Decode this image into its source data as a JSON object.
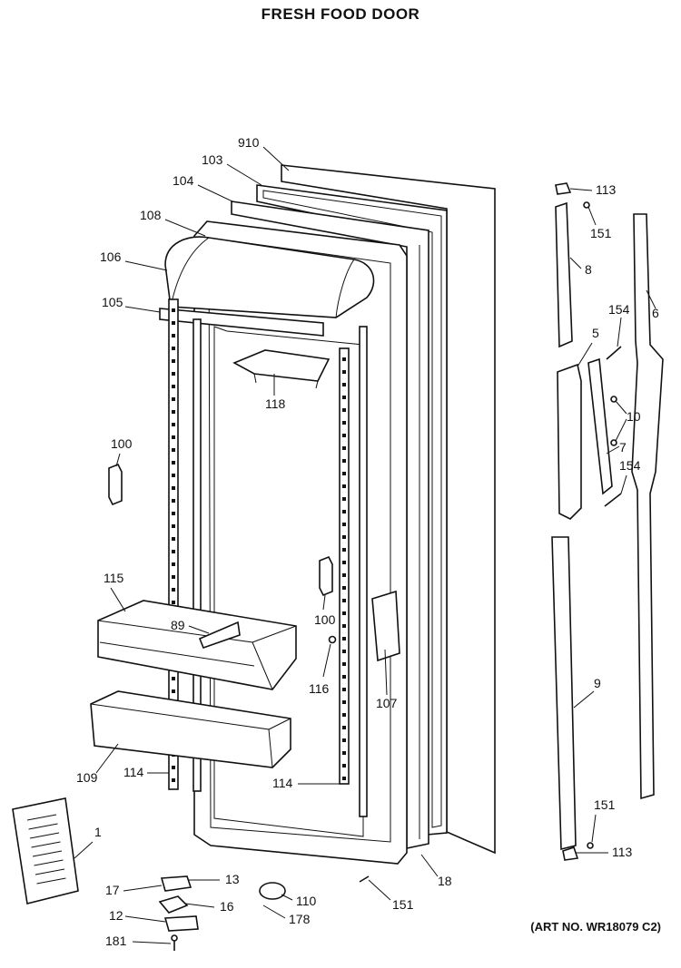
{
  "title": "FRESH FOOD DOOR",
  "art_number": "(ART NO. WR18079 C2)",
  "callouts": [
    {
      "id": "c910",
      "label": "910"
    },
    {
      "id": "c103",
      "label": "103"
    },
    {
      "id": "c104",
      "label": "104"
    },
    {
      "id": "c108",
      "label": "108"
    },
    {
      "id": "c106",
      "label": "106"
    },
    {
      "id": "c105",
      "label": "105"
    },
    {
      "id": "c118",
      "label": "118"
    },
    {
      "id": "c100a",
      "label": "100"
    },
    {
      "id": "c115",
      "label": "115"
    },
    {
      "id": "c89",
      "label": "89"
    },
    {
      "id": "c100b",
      "label": "100"
    },
    {
      "id": "c116",
      "label": "116"
    },
    {
      "id": "c107",
      "label": "107"
    },
    {
      "id": "c109",
      "label": "109"
    },
    {
      "id": "c114a",
      "label": "114"
    },
    {
      "id": "c114b",
      "label": "114"
    },
    {
      "id": "c1",
      "label": "1"
    },
    {
      "id": "c17",
      "label": "17"
    },
    {
      "id": "c13",
      "label": "13"
    },
    {
      "id": "c12",
      "label": "12"
    },
    {
      "id": "c16",
      "label": "16"
    },
    {
      "id": "c181",
      "label": "181"
    },
    {
      "id": "c110",
      "label": "110"
    },
    {
      "id": "c178",
      "label": "178"
    },
    {
      "id": "c151a",
      "label": "151"
    },
    {
      "id": "c18",
      "label": "18"
    },
    {
      "id": "c113a",
      "label": "113"
    },
    {
      "id": "c151b",
      "label": "151"
    },
    {
      "id": "c8",
      "label": "8"
    },
    {
      "id": "c6",
      "label": "6"
    },
    {
      "id": "c154a",
      "label": "154"
    },
    {
      "id": "c5",
      "label": "5"
    },
    {
      "id": "c10",
      "label": "10"
    },
    {
      "id": "c7",
      "label": "7"
    },
    {
      "id": "c154b",
      "label": "154"
    },
    {
      "id": "c9",
      "label": "9"
    },
    {
      "id": "c151c",
      "label": "151"
    },
    {
      "id": "c113b",
      "label": "113"
    }
  ]
}
